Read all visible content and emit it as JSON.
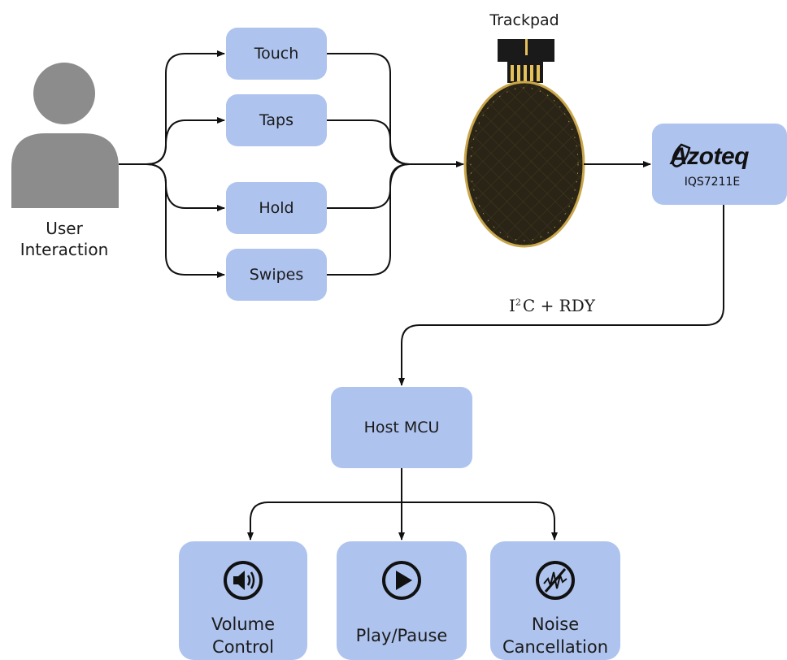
{
  "user": {
    "label": "User\nInteraction"
  },
  "gestures": [
    {
      "label": "Touch"
    },
    {
      "label": "Taps"
    },
    {
      "label": "Hold"
    },
    {
      "label": "Swipes"
    }
  ],
  "trackpad": {
    "label": "Trackpad"
  },
  "controller": {
    "brand": "Azoteq",
    "chip": "IQS7211E"
  },
  "bus": {
    "prefix": "I",
    "sup": "2",
    "suffix": "C + RDY"
  },
  "host": {
    "label": "Host MCU"
  },
  "outputs": [
    {
      "label": "Volume\nControl",
      "icon": "speaker-icon"
    },
    {
      "label": "Play/Pause",
      "icon": "play-icon"
    },
    {
      "label": "Noise\nCancellation",
      "icon": "noise-cancel-icon"
    }
  ],
  "colors": {
    "node_fill": "#aec3ee",
    "trackpad_fill": "#2a2416",
    "trackpad_border": "#c9a64a",
    "person": "#8c8c8c"
  }
}
